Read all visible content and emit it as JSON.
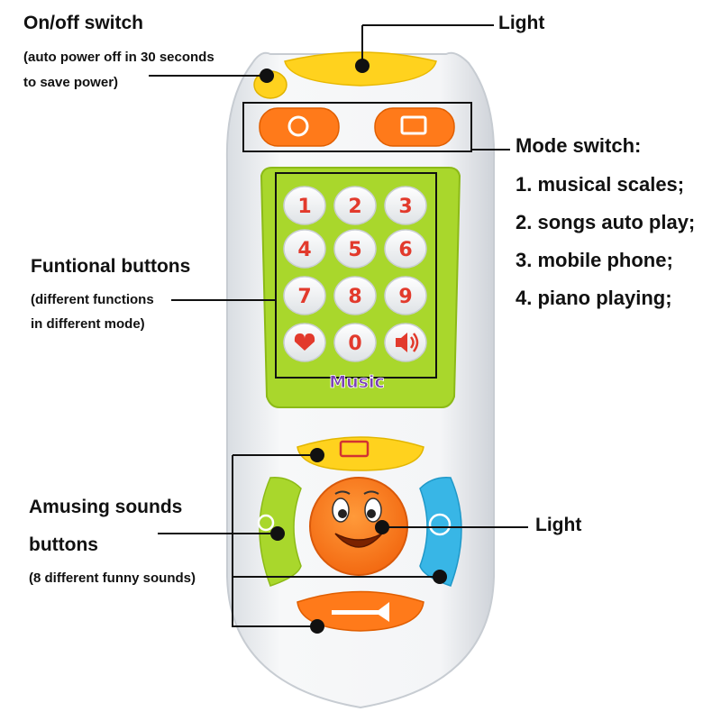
{
  "labels": {
    "onoff_title": "On/off switch",
    "onoff_note_line1": "(auto power off in 30 seconds",
    "onoff_note_line2": "to save power)",
    "light_top": "Light",
    "mode_title": "Mode switch:",
    "modes": [
      "1. musical scales;",
      "2. songs auto play;",
      "3. mobile phone;",
      "4. piano playing;"
    ],
    "functional_title": "Funtional buttons",
    "functional_note_line1": "(different functions",
    "functional_note_line2": "in different mode)",
    "amusing_title_line1": "Amusing sounds",
    "amusing_title_line2": "buttons",
    "amusing_note": "(8 different funny sounds)",
    "light_bottom": "Light"
  },
  "remote": {
    "keypad_keys": [
      "1",
      "2",
      "3",
      "4",
      "5",
      "6",
      "7",
      "8",
      "9",
      "heart-icon",
      "0",
      "speaker-icon"
    ],
    "brand_text": "Music",
    "colors": {
      "body": "#eef0f2",
      "yellow": "#ffd21e",
      "orange": "#ff7a1a",
      "green": "#a9d72c",
      "blue": "#38b6e6",
      "key_text": "#e23a2c"
    }
  }
}
